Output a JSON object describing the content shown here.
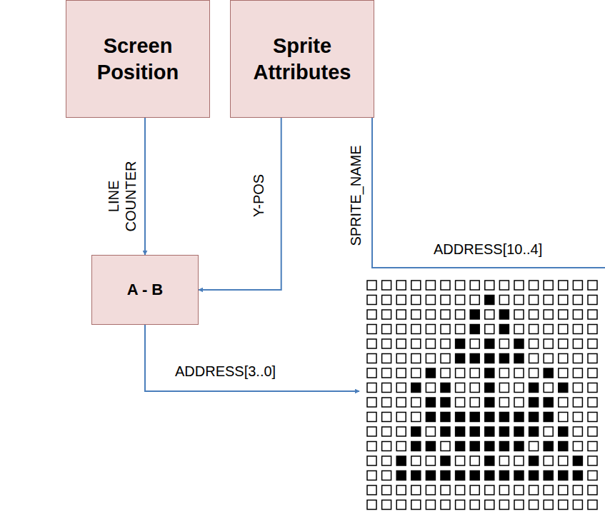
{
  "diagram": {
    "nodes": [
      {
        "text": [
          "Screen Position"
        ]
      },
      {
        "text": [
          "Sprite Attributes"
        ]
      },
      {
        "text": [
          "A - B"
        ]
      }
    ],
    "edges": [
      {
        "from": 0,
        "to": 2,
        "arrow": "to",
        "label": "LINE COUNTER"
      },
      {
        "from": 1,
        "to": 2,
        "arrow": "to",
        "label": "Y-POS"
      }
    ],
    "labels": [
      "SPRITE_NAME",
      "ADDRESS[10..4]",
      "ADDRESS[3..0]"
    ]
  }
}
